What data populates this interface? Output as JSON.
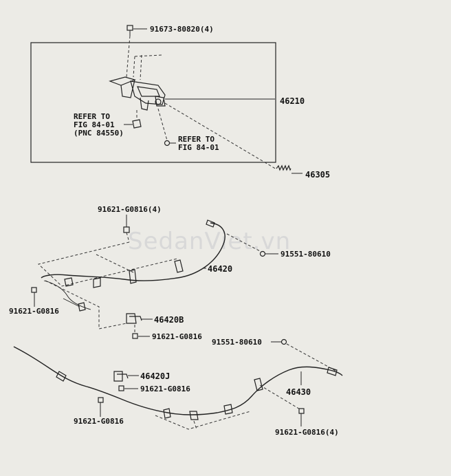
{
  "watermark": "SedanViet.vn",
  "labels": {
    "bolt_top": "91673-80820(4)",
    "lever_assy": "46210",
    "refer_a_line1": "REFER TO",
    "refer_a_line2": "FIG 84-01",
    "refer_a_line3": "(PNC 84550)",
    "refer_b_line1": "REFER TO",
    "refer_b_line2": "FIG 84-01",
    "spring": "46305",
    "bolt_mid": "91621-G0816(4)",
    "clip_mid": "91551-80610",
    "cable_no2": "46420",
    "bolt_left": "91621-G0816",
    "bracket_b": "46420B",
    "bolt_b": "91621-G0816",
    "clip_low": "91551-80610",
    "bracket_j": "46420J",
    "bolt_j": "91621-G0816",
    "cable_no3": "46430",
    "bolt_lowleft": "91621-G0816",
    "bolt_lowright": "91621-G0816(4)"
  }
}
